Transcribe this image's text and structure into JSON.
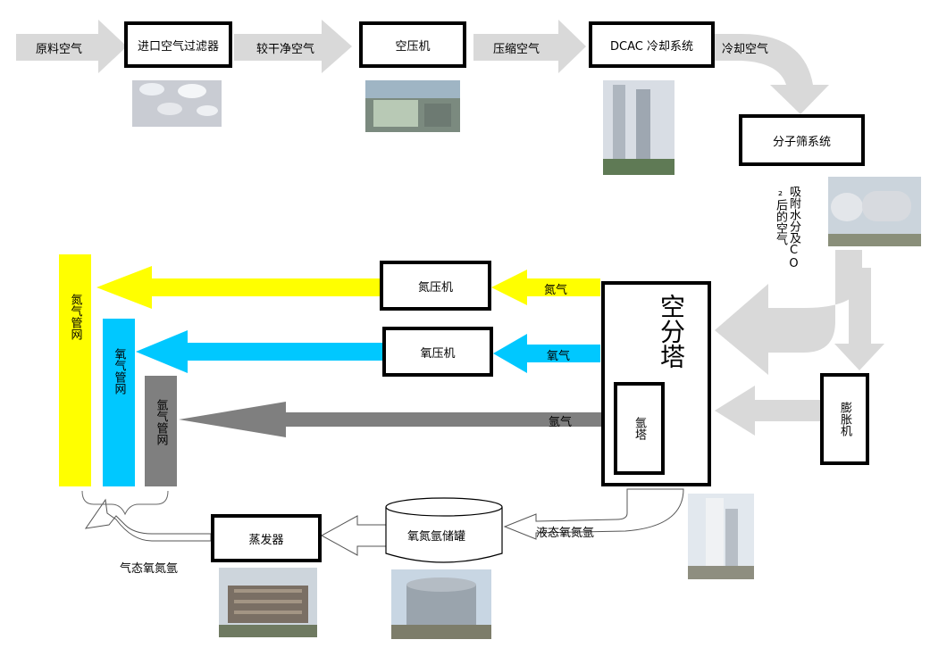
{
  "top_flow": {
    "raw_air": "原料空气",
    "inlet_filter": "进口空气过滤器",
    "cleaner_air": "较干净空气",
    "air_compressor": "空压机",
    "compressed_air": "压缩空气",
    "dcac": "DCAC 冷却系统",
    "cooled_air": "冷却空气",
    "mol_sieve": "分子筛系统",
    "after_adsorb": "吸附水分及CO₂后的空气"
  },
  "separation": {
    "tower": "空分塔",
    "argon_tower": "氩塔",
    "expander": "膨胀机",
    "n2_compressor": "氮压机",
    "o2_compressor": "氧压机",
    "n2_gas": "氮气",
    "o2_gas": "氧气",
    "ar_gas": "氩气"
  },
  "pipelines": {
    "n2": "氮气管网",
    "o2": "氧气管网",
    "ar": "氩气管网"
  },
  "storage": {
    "tank": "氧氮氩储罐",
    "liquid": "液态氧氮氩",
    "evaporator": "蒸发器",
    "gaseous": "气态氧氮氩"
  },
  "colors": {
    "nitrogen": "#ffff00",
    "oxygen": "#00c8ff",
    "argon": "#7f7f7f",
    "flow_arrow": "#d9d9d9",
    "outline": "#000000"
  }
}
